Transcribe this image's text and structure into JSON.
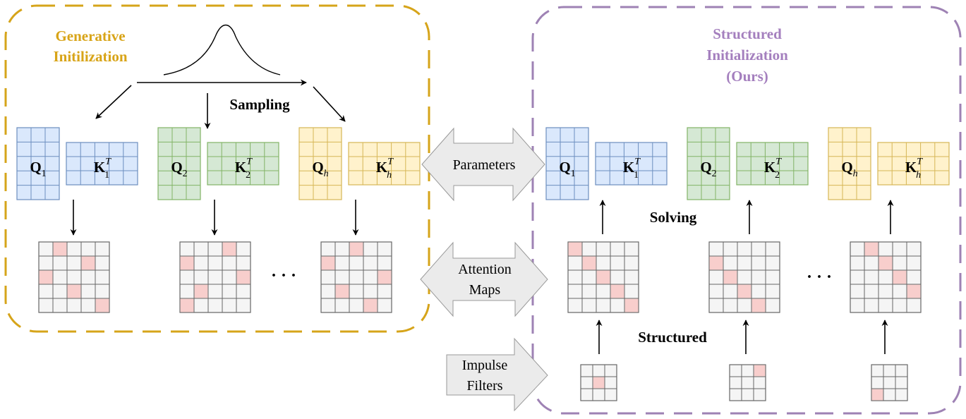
{
  "colors": {
    "gen_border": "#d6a41a",
    "gen_title": "#d8a418",
    "struct_border": "#9e82b4",
    "struct_title": "#a47fbe",
    "blue_fill": "#dae8fc",
    "blue_stroke": "#6c8ebf",
    "green_fill": "#d5e8d4",
    "green_stroke": "#82b366",
    "yellow_fill": "#fff2cc",
    "yellow_stroke": "#d6b656",
    "cell_fill": "#f5f5f5",
    "cell_stroke": "#666666",
    "highlight": "#f8cecc",
    "arrow_fill": "#ebebeb"
  },
  "generative": {
    "title_line1": "Generative",
    "title_line2": "Initilization",
    "sampling_label": "Sampling",
    "heads": [
      {
        "q_base": "Q",
        "q_sub": "1",
        "k_base": "K",
        "k_sub": "1",
        "k_sup": "T",
        "color": "blue"
      },
      {
        "q_base": "Q",
        "q_sub": "2",
        "k_base": "K",
        "k_sub": "2",
        "k_sup": "T",
        "color": "green"
      },
      {
        "q_base": "Q",
        "q_sub": "h",
        "k_base": "K",
        "k_sub": "h",
        "k_sup": "T",
        "color": "yellow"
      }
    ],
    "ellipsis": "· · ·",
    "maps": [
      [
        [
          0,
          1
        ],
        [
          1,
          3
        ],
        [
          2,
          0
        ],
        [
          3,
          2
        ],
        [
          4,
          4
        ]
      ],
      [
        [
          0,
          3
        ],
        [
          1,
          0
        ],
        [
          2,
          4
        ],
        [
          3,
          1
        ],
        [
          4,
          0
        ]
      ],
      [
        [
          0,
          2
        ],
        [
          1,
          0
        ],
        [
          2,
          4
        ],
        [
          3,
          1
        ],
        [
          4,
          3
        ]
      ]
    ]
  },
  "center": {
    "parameters_label": "Parameters",
    "attention_line1": "Attention",
    "attention_line2": "Maps",
    "impulse_line1": "Impulse",
    "impulse_line2": "Filters"
  },
  "structured": {
    "title_line1": "Structured",
    "title_line2": "Initialization",
    "title_line3": "(Ours)",
    "solving_label": "Solving",
    "structured_label": "Structured",
    "heads": [
      {
        "q_base": "Q",
        "q_sub": "1",
        "k_base": "K",
        "k_sub": "1",
        "k_sup": "T",
        "color": "blue"
      },
      {
        "q_base": "Q",
        "q_sub": "2",
        "k_base": "K",
        "k_sub": "2",
        "k_sup": "T",
        "color": "green"
      },
      {
        "q_base": "Q",
        "q_sub": "h",
        "k_base": "K",
        "k_sub": "h",
        "k_sup": "T",
        "color": "yellow"
      }
    ],
    "ellipsis": "· · ·",
    "maps": [
      [
        [
          0,
          0
        ],
        [
          1,
          1
        ],
        [
          2,
          2
        ],
        [
          3,
          3
        ],
        [
          4,
          4
        ]
      ],
      [
        [
          1,
          0
        ],
        [
          2,
          1
        ],
        [
          3,
          2
        ],
        [
          4,
          3
        ]
      ],
      [
        [
          0,
          1
        ],
        [
          1,
          2
        ],
        [
          2,
          3
        ],
        [
          3,
          4
        ]
      ]
    ],
    "filters": [
      [
        [
          1,
          1
        ]
      ],
      [
        [
          0,
          2
        ]
      ],
      [
        [
          2,
          0
        ]
      ]
    ]
  }
}
